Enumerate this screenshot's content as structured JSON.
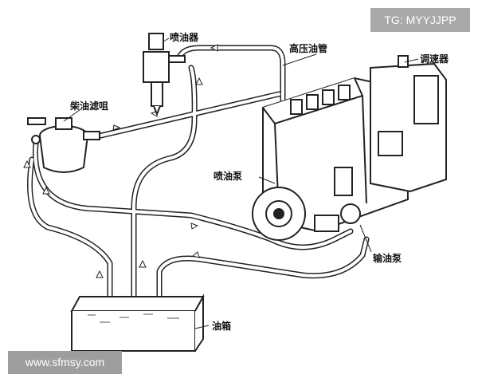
{
  "labels": {
    "injector": "喷油器",
    "high_pressure_pipe": "高压油管",
    "governor": "调速器",
    "diesel_filter": "柴油滤咀",
    "injection_pump": "喷油泵",
    "feed_pump": "输油泵",
    "fuel_tank": "油箱"
  },
  "watermarks": {
    "top": "TG: MYYJJPP",
    "bottom": "www.sfmsy.com"
  }
}
